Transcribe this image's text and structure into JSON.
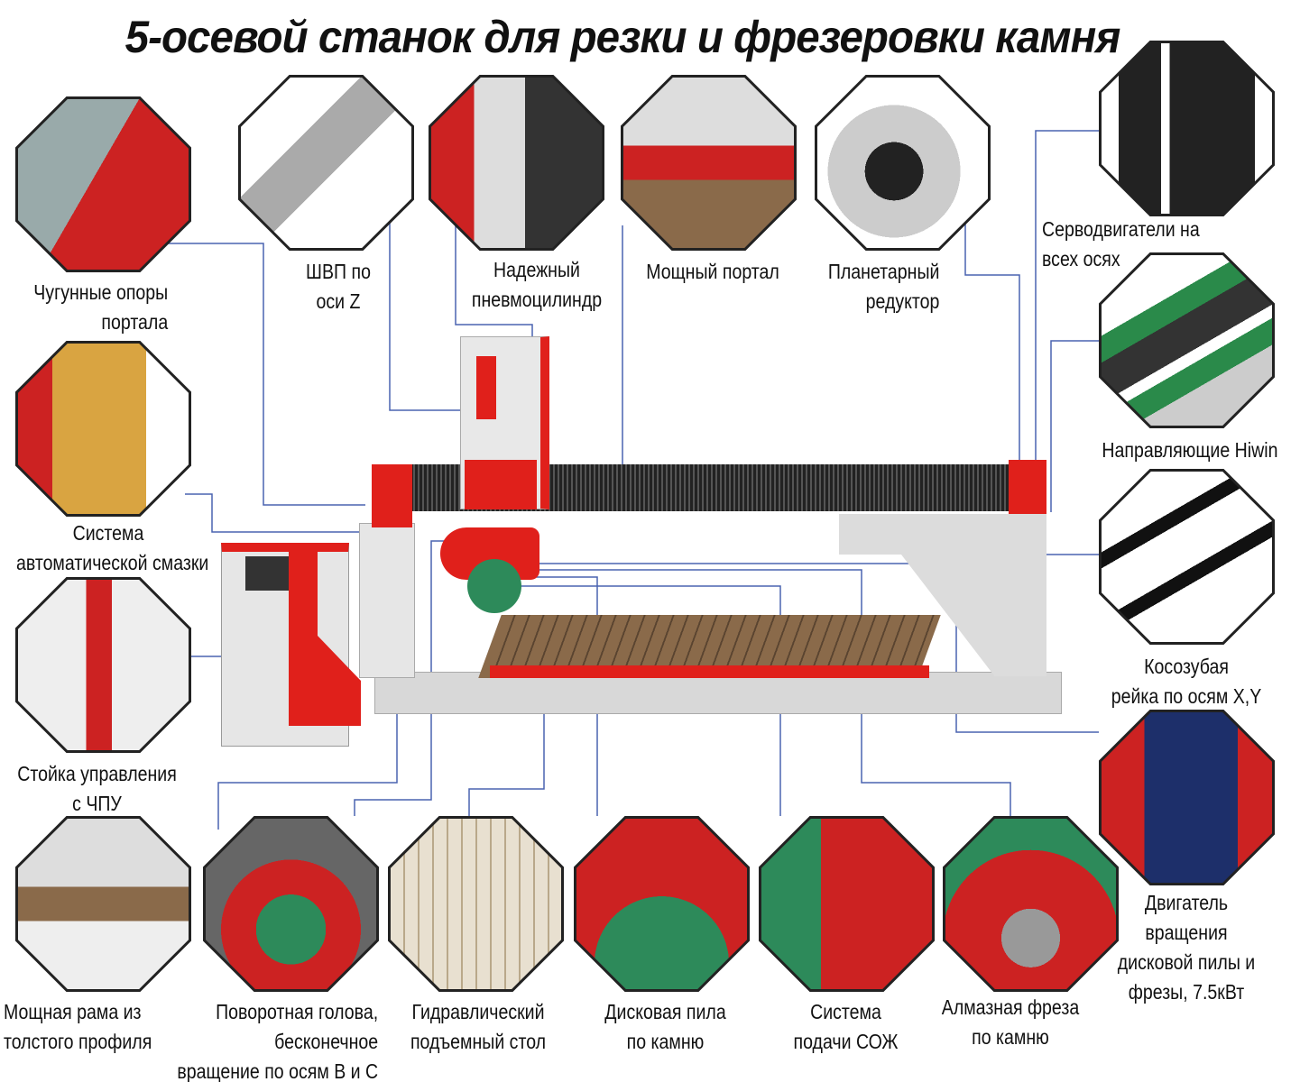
{
  "title": "5-осевой станок для резки и фрезеровки камня",
  "features": {
    "supports": [
      "Чугунные опоры",
      "портала"
    ],
    "ballscrew": [
      "ШВП по",
      "оси Z"
    ],
    "cylinder": [
      "Надежный",
      "пневмоцилиндр"
    ],
    "portal": [
      "Мощный портал"
    ],
    "reducer": [
      "Планетарный",
      "редуктор"
    ],
    "servo": [
      "Серводвигатели на",
      "всех осях"
    ],
    "guides": [
      "Направляющие Hiwin"
    ],
    "rack": [
      "Косозубая",
      "рейка по осям X,Y"
    ],
    "motor": [
      "Двигатель",
      "вращения",
      "дисковой пилы и",
      "фрезы, 7.5кВт"
    ],
    "lubrication": [
      "Система",
      "автоматической смазки"
    ],
    "cnc": [
      "Стойка управления",
      "с ЧПУ"
    ],
    "frame": [
      "Мощная рама из",
      "толстого профиля"
    ],
    "head": [
      "Поворотная голова,",
      "бесконечное",
      "вращение по осям B и C"
    ],
    "table": [
      "Гидравлический",
      "подъемный стол"
    ],
    "saw": [
      "Дисковая пила",
      "по камню"
    ],
    "coolant": [
      "Система",
      "подачи СОЖ"
    ],
    "mill": [
      "Алмазная фреза",
      "по камню"
    ]
  },
  "colors": {
    "accent": "#e0201b",
    "line": "#4a63b0",
    "frame": "#d8d8d8",
    "wood": "#8a6a4a"
  }
}
